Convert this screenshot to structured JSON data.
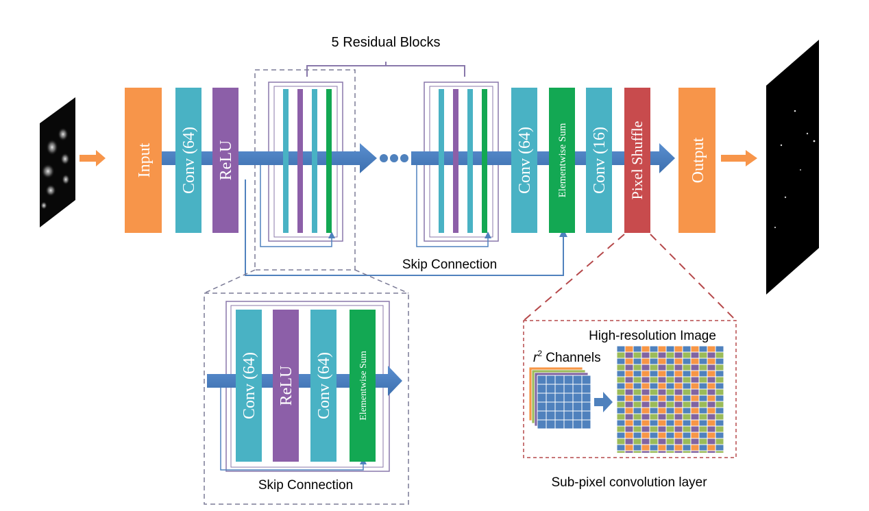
{
  "labels": {
    "residual_blocks": "5 Residual Blocks",
    "input": "Input",
    "conv64_a": "Conv (64)",
    "relu_a": "ReLU",
    "conv64_b": "Conv (64)",
    "elementwise_sum": "Elementwise Sum",
    "conv16": "Conv (16)",
    "pixel_shuffle": "Pixel Shuffle",
    "output": "Output",
    "skip_connection_main": "Skip Connection",
    "ellipsis": "•••"
  },
  "residual_detail": {
    "conv64_1": "Conv (64)",
    "relu": "ReLU",
    "conv64_2": "Conv (64)",
    "elementwise_sum": "Elementwise Sum",
    "skip_connection": "Skip Connection"
  },
  "subpixel_detail": {
    "high_res_label": "High-resolution Image",
    "channels_label_r": "r",
    "channels_label_sup": "2",
    "channels_label_rest": " Channels",
    "caption": "Sub-pixel convolution layer"
  },
  "colors": {
    "orange": "#f7954a",
    "teal": "#49b2c4",
    "purple": "#8c5fa8",
    "green": "#13a853",
    "red": "#c84b4d",
    "arrow_blue": "#4f81bd",
    "frame_purple": "#8877aa",
    "dash_gray": "#7a7a96",
    "dash_red": "#b5484a",
    "grid_blue": "#4f81bd",
    "grid_orange": "#f79646",
    "grid_green": "#9bbb59",
    "grid_purple": "#8064a2"
  }
}
